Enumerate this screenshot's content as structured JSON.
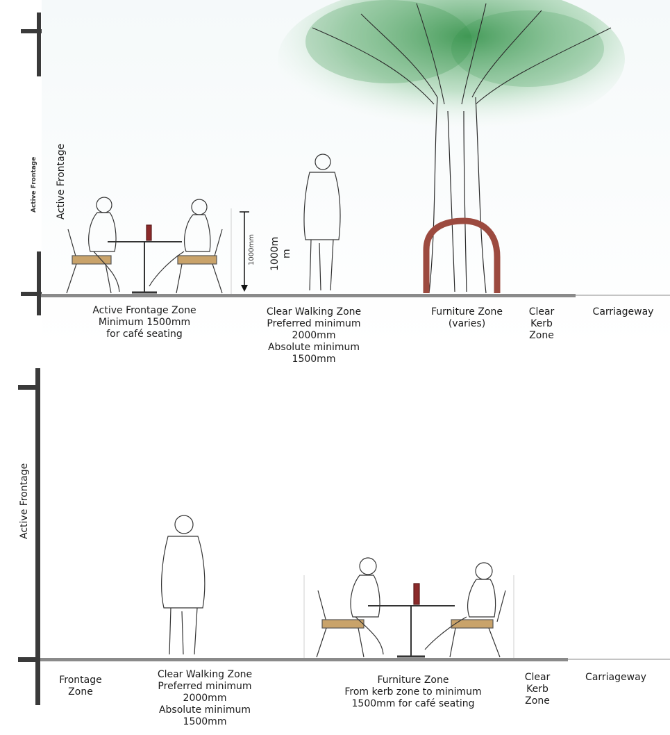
{
  "top": {
    "side_label_small": "Active Frontage",
    "side_label": "Active Frontage",
    "height_tag": "1000mm",
    "height_label_line1": "1000m",
    "height_label_line2": "m",
    "zones": {
      "active_frontage": [
        "Active Frontage Zone",
        "Minimum 1500mm",
        "for café seating"
      ],
      "clear_walking": [
        "Clear Walking Zone",
        "Preferred minimum",
        "2000mm",
        "Absolute minimum",
        "1500mm"
      ],
      "furniture": [
        "Furniture Zone",
        "(varies)"
      ],
      "clear_kerb": [
        "Clear",
        "Kerb",
        "Zone"
      ],
      "carriageway": "Carriageway"
    }
  },
  "bottom": {
    "side_label": "Active Frontage",
    "zones": {
      "frontage": [
        "Frontage",
        "Zone"
      ],
      "clear_walking": [
        "Clear Walking Zone",
        "Preferred minimum",
        "2000mm",
        "Absolute minimum",
        "1500mm"
      ],
      "furniture": [
        "Furniture Zone",
        "From kerb zone to minimum",
        "1500mm for café seating"
      ],
      "clear_kerb": [
        "Clear",
        "Kerb",
        "Zone"
      ],
      "carriageway": "Carriageway"
    }
  },
  "colors": {
    "wall": "#3a3a3a",
    "ground": "#8a8a8a",
    "foliage": "#3f9a4f",
    "bike_stand": "#9c4a3f",
    "chair_wood": "#c9a36a",
    "wine": "#8b2a2a"
  }
}
